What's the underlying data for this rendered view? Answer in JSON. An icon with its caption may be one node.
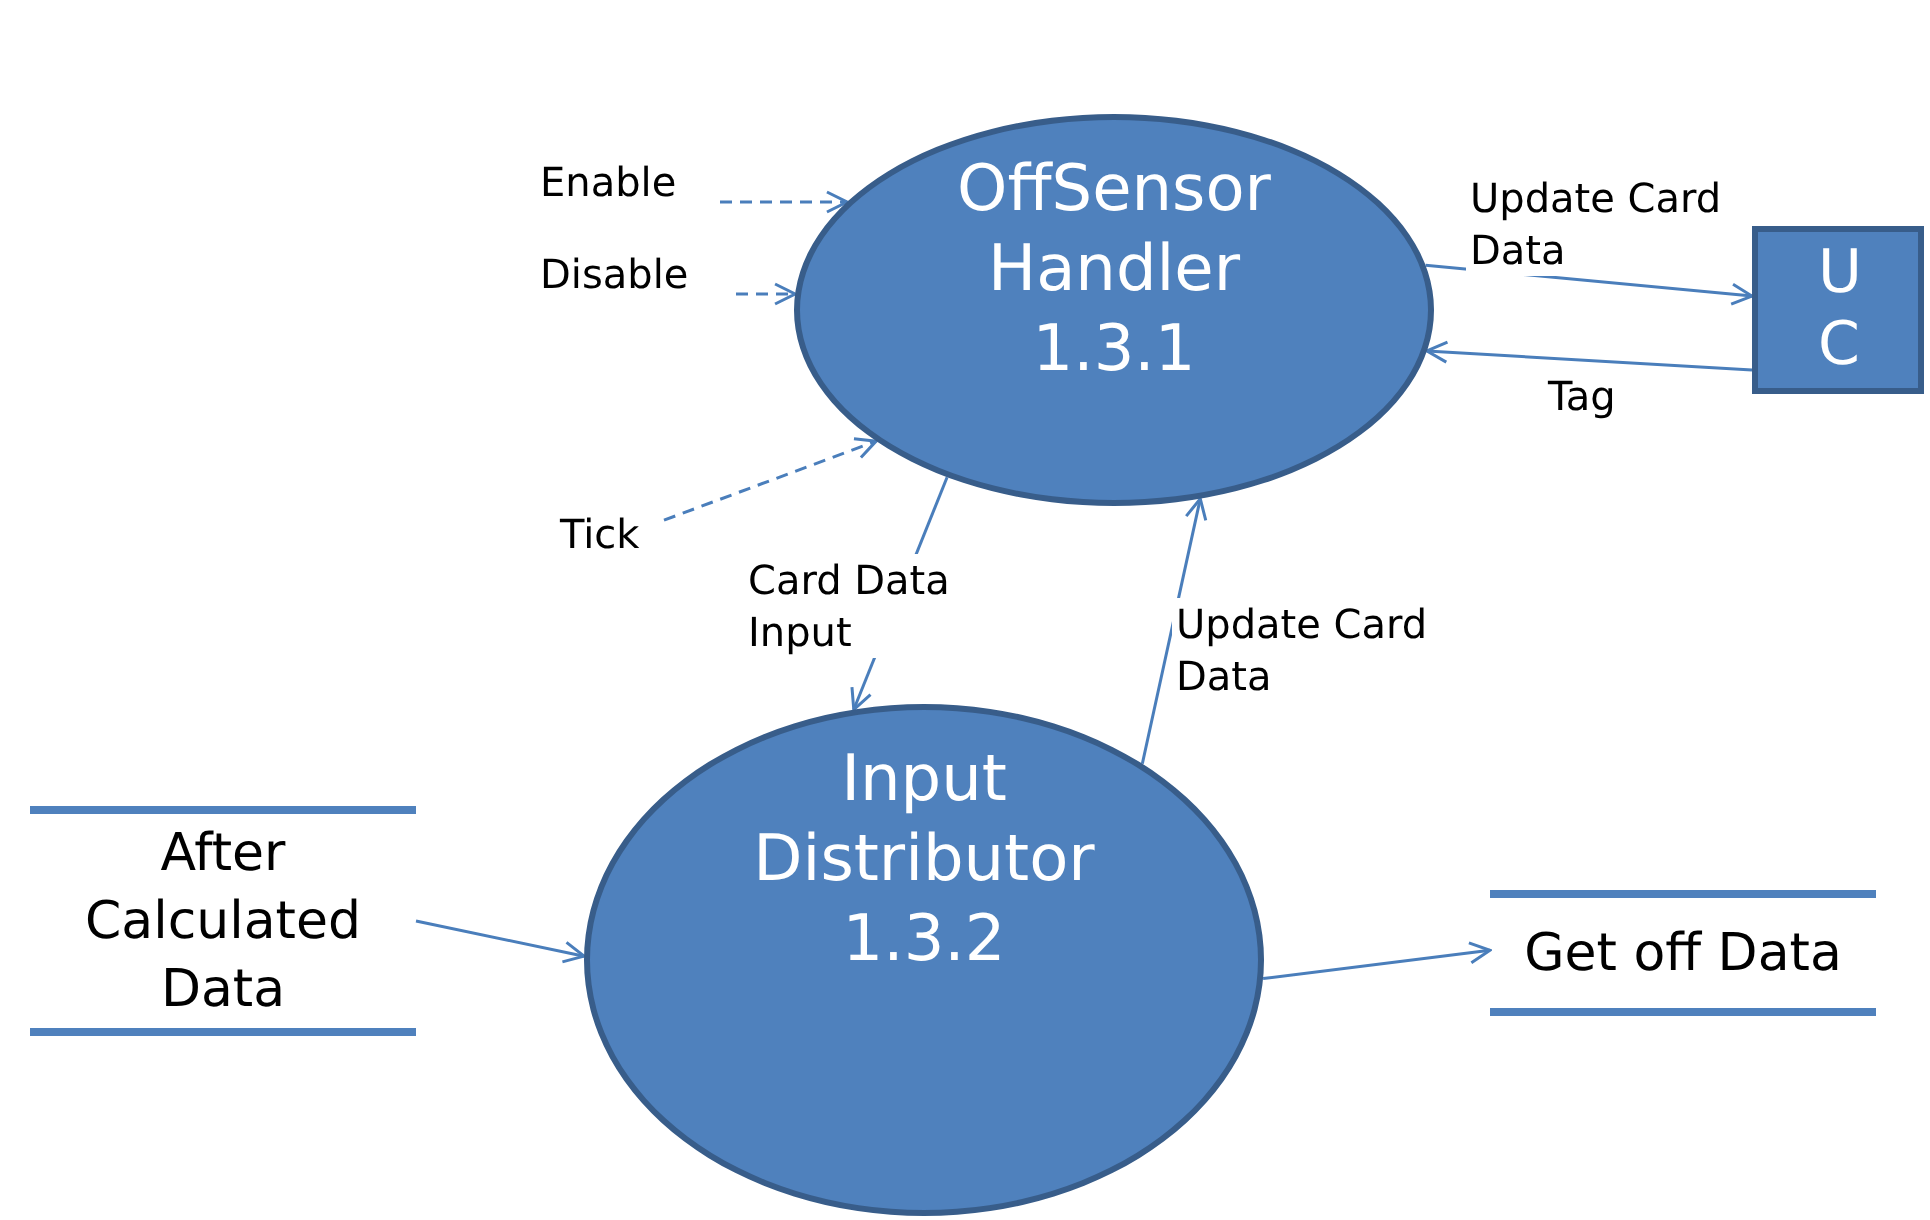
{
  "diagram": {
    "nodes": [
      {
        "text": [
          "OffSensor Handler",
          "1.3.1"
        ]
      },
      {
        "text": [
          "U C"
        ]
      },
      {
        "text": [
          "Input Distributor",
          "1.3.2"
        ]
      },
      {
        "text": [
          "After Calculated Data"
        ]
      },
      {
        "text": [
          "Get off Data"
        ]
      },
      {
        "text": [
          "Enable"
        ]
      },
      {
        "text": [
          "Disable"
        ]
      },
      {
        "text": [
          "Tick"
        ]
      }
    ],
    "edges": [
      {
        "from": 5,
        "to": 0,
        "arrow": "to",
        "style": "dashed"
      },
      {
        "from": 6,
        "to": 0,
        "arrow": "to",
        "style": "dashed"
      },
      {
        "from": 7,
        "to": 0,
        "arrow": "to",
        "style": "dashed"
      },
      {
        "from": 0,
        "to": 1,
        "arrow": "to",
        "label": "Update Card Data"
      },
      {
        "from": 1,
        "to": 0,
        "arrow": "to",
        "label": "Tag"
      },
      {
        "from": 0,
        "to": 2,
        "arrow": "to",
        "label": "Card Data Input"
      },
      {
        "from": 2,
        "to": 0,
        "arrow": "to",
        "label": "Update Card Data"
      },
      {
        "from": 3,
        "to": 2,
        "arrow": "to"
      },
      {
        "from": 2,
        "to": 4,
        "arrow": "to"
      }
    ]
  }
}
